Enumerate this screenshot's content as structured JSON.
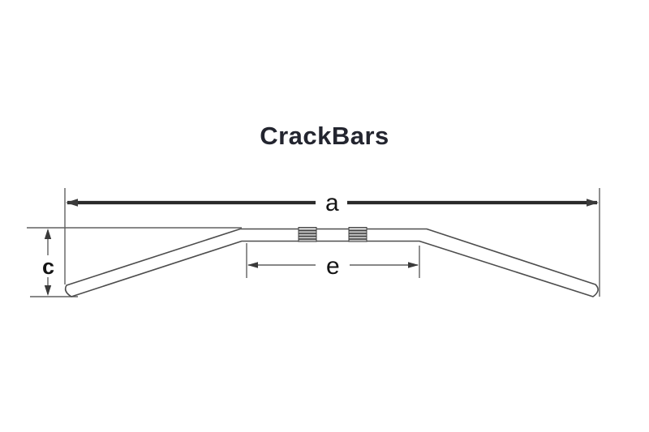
{
  "title": "CrackBars",
  "dimensions": {
    "a": {
      "label": "a"
    },
    "c": {
      "label": "c"
    },
    "e": {
      "label": "e"
    }
  },
  "colors": {
    "background": "#ffffff",
    "title_text": "#23252f",
    "dimension_heavy": "#2b2b2b",
    "dimension_light": "#606060",
    "arrow": "#3a3a3a",
    "outline": "#4d4d4d",
    "label_text": "#141414",
    "knurl_fill": "#c6c6c6",
    "knurl_stripe": "#3c3c3c"
  }
}
